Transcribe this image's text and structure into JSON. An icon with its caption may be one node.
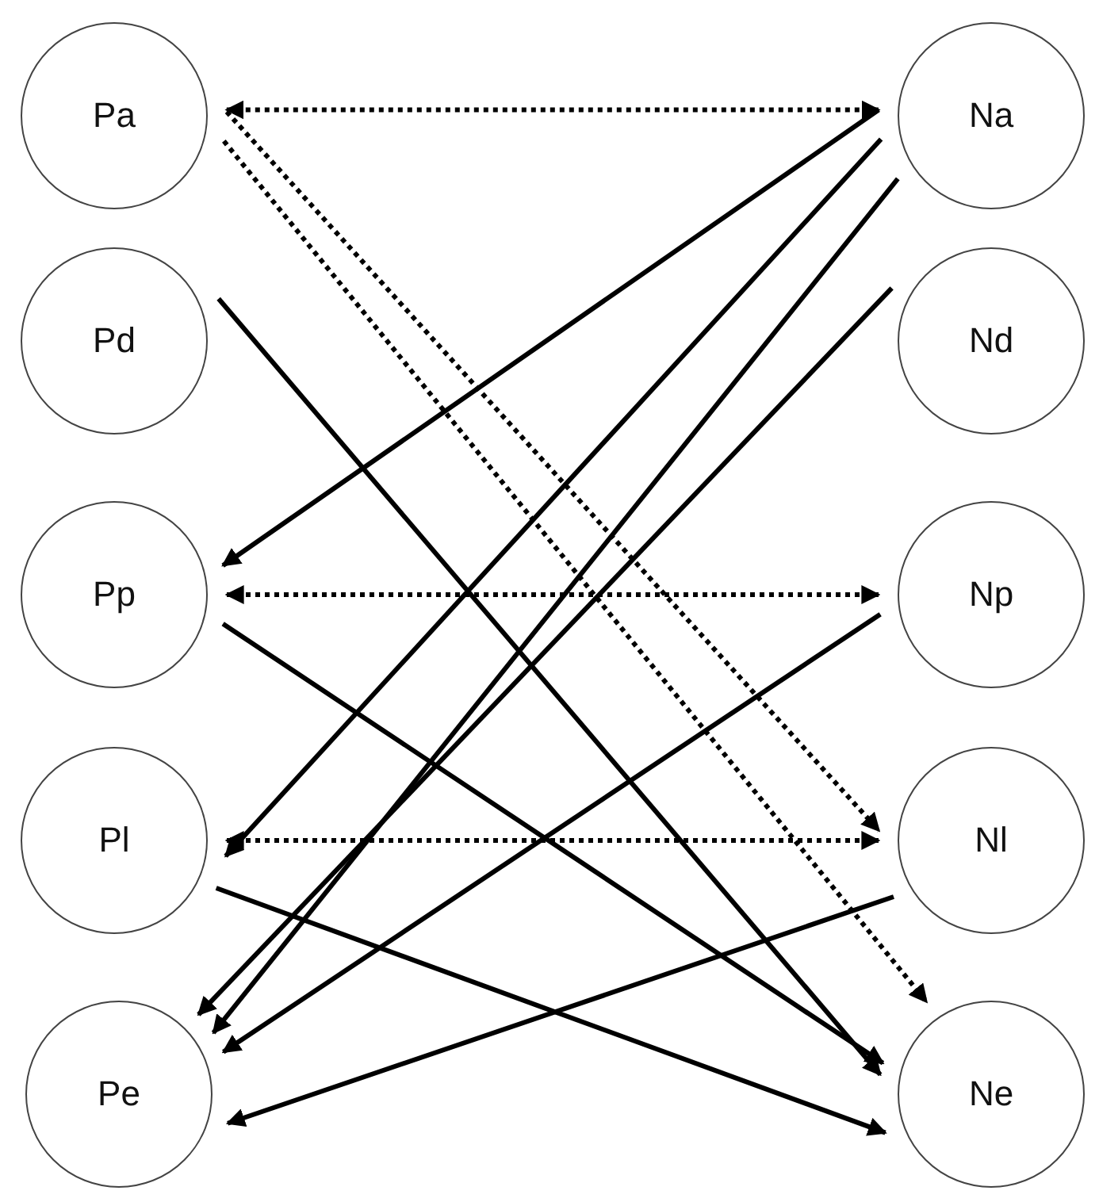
{
  "diagram": {
    "nodes": [
      {
        "text": [
          "Pa"
        ]
      },
      {
        "text": [
          "Na"
        ]
      },
      {
        "text": [
          "Pd"
        ]
      },
      {
        "text": [
          "Nd"
        ]
      },
      {
        "text": [
          "Pp"
        ]
      },
      {
        "text": [
          "Np"
        ]
      },
      {
        "text": [
          "Pl"
        ]
      },
      {
        "text": [
          "Nl"
        ]
      },
      {
        "text": [
          "Pe"
        ]
      },
      {
        "text": [
          "Ne"
        ]
      }
    ],
    "edges": [
      {
        "from": 0,
        "to": 1,
        "arrow": "both",
        "style": "dashed"
      },
      {
        "from": 0,
        "to": 7,
        "arrow": "to",
        "style": "dashed"
      },
      {
        "from": 0,
        "to": 9,
        "arrow": "to",
        "style": "dashed"
      },
      {
        "from": 1,
        "to": 4,
        "arrow": "to"
      },
      {
        "from": 1,
        "to": 6,
        "arrow": "to"
      },
      {
        "from": 1,
        "to": 8,
        "arrow": "to"
      },
      {
        "from": 3,
        "to": 8,
        "arrow": "to"
      },
      {
        "from": 2,
        "to": 9,
        "arrow": "to"
      },
      {
        "from": 4,
        "to": 5,
        "arrow": "both",
        "style": "dashed"
      },
      {
        "from": 4,
        "to": 9,
        "arrow": "to"
      },
      {
        "from": 5,
        "to": 8,
        "arrow": "to"
      },
      {
        "from": 6,
        "to": 7,
        "arrow": "both",
        "style": "dashed"
      },
      {
        "from": 6,
        "to": 9,
        "arrow": "to"
      },
      {
        "from": 7,
        "to": 8,
        "arrow": "to"
      }
    ]
  }
}
